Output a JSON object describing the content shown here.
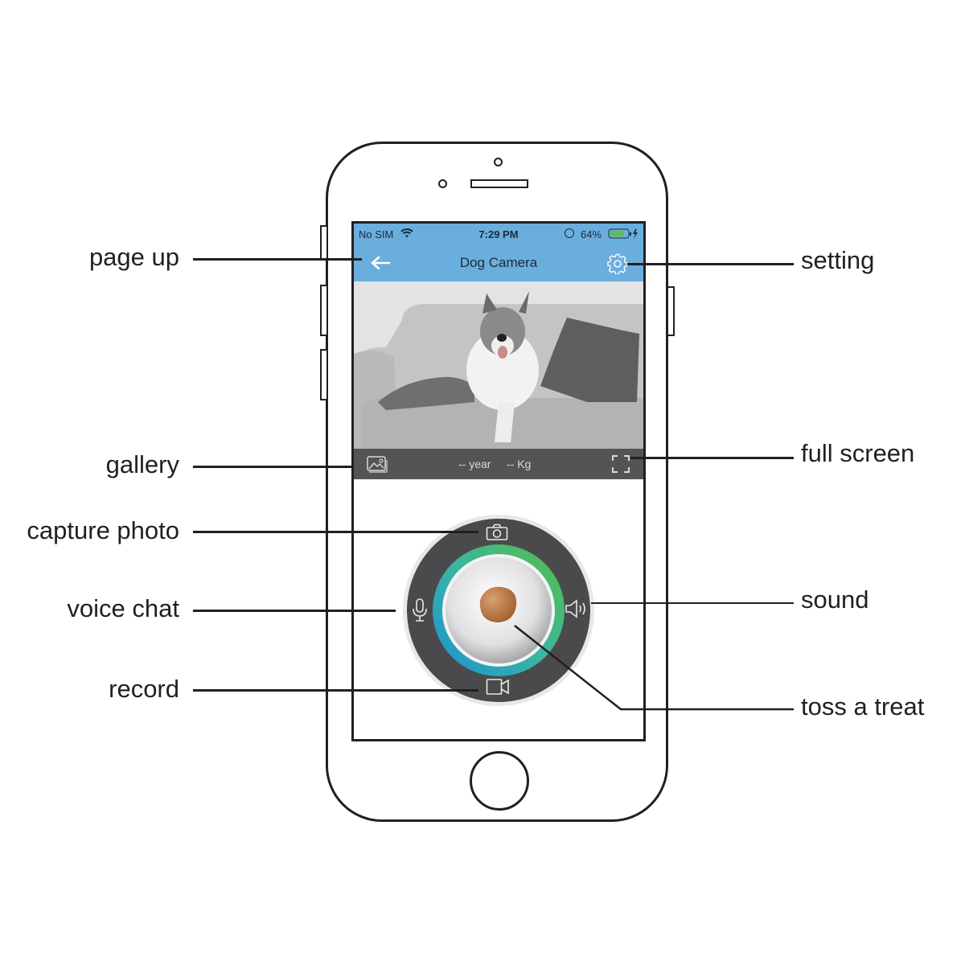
{
  "diagram": {
    "left_labels": [
      {
        "id": "page_up",
        "text": "page up"
      },
      {
        "id": "gallery",
        "text": "gallery"
      },
      {
        "id": "capture_photo",
        "text": "capture photo"
      },
      {
        "id": "voice_chat",
        "text": "voice chat"
      },
      {
        "id": "record",
        "text": "record"
      }
    ],
    "right_labels": [
      {
        "id": "setting",
        "text": "setting"
      },
      {
        "id": "full_screen",
        "text": "full screen"
      },
      {
        "id": "sound",
        "text": "sound"
      },
      {
        "id": "toss_a_treat",
        "text": "toss a treat"
      }
    ]
  },
  "app": {
    "status_bar": {
      "carrier": "No SIM",
      "time": "7:29 PM",
      "battery_percent": "64%"
    },
    "nav": {
      "title": "Dog Camera",
      "back_icon": "arrow-left-icon",
      "settings_icon": "gear-icon"
    },
    "video_info": {
      "age": "-- year",
      "weight": "-- Kg",
      "gallery_icon": "image-icon",
      "fullscreen_icon": "fullscreen-icon"
    },
    "controls": {
      "top": "camera-icon",
      "left": "microphone-icon",
      "right": "speaker-icon",
      "bottom": "video-camera-icon",
      "center": "treat-icon"
    },
    "colors": {
      "header": "#6aaede",
      "infobar": "#535456",
      "ring_green": "#4cb848",
      "ring_blue": "#1a9ad6",
      "dial": "#4a4a4c",
      "treat": "#c07a48"
    }
  }
}
